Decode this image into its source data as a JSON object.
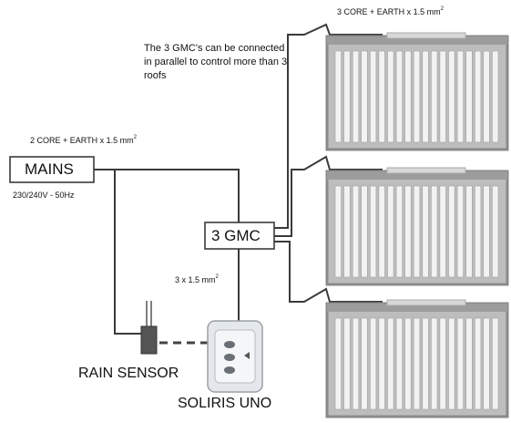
{
  "diagram": {
    "top_cable_label": "3 CORE + EARTH x 1.5 mm",
    "top_cable_sup": "2",
    "note": "The 3 GMC's can be connected in parallel to control more than 3 roofs",
    "mains_cable_label": "2 CORE + EARTH x 1.5 mm",
    "mains_cable_sup": "2",
    "mains_label": "MAINS",
    "mains_spec": "230/240V - 50Hz",
    "gmc_label": "3 GMC",
    "gmc_cable_label": "3 x 1.5 mm",
    "gmc_cable_sup": "2",
    "rain_sensor_label": "RAIN SENSOR",
    "soliris_label": "SOLIRIS UNO"
  },
  "colors": {
    "line": "#3a3a3a",
    "roof_frame": "#8a8a8a",
    "roof_slat": "#f2f2f2",
    "roof_bg": "#bdbdbd"
  },
  "roofs": {
    "count": 3,
    "slats_per_roof": 19
  }
}
